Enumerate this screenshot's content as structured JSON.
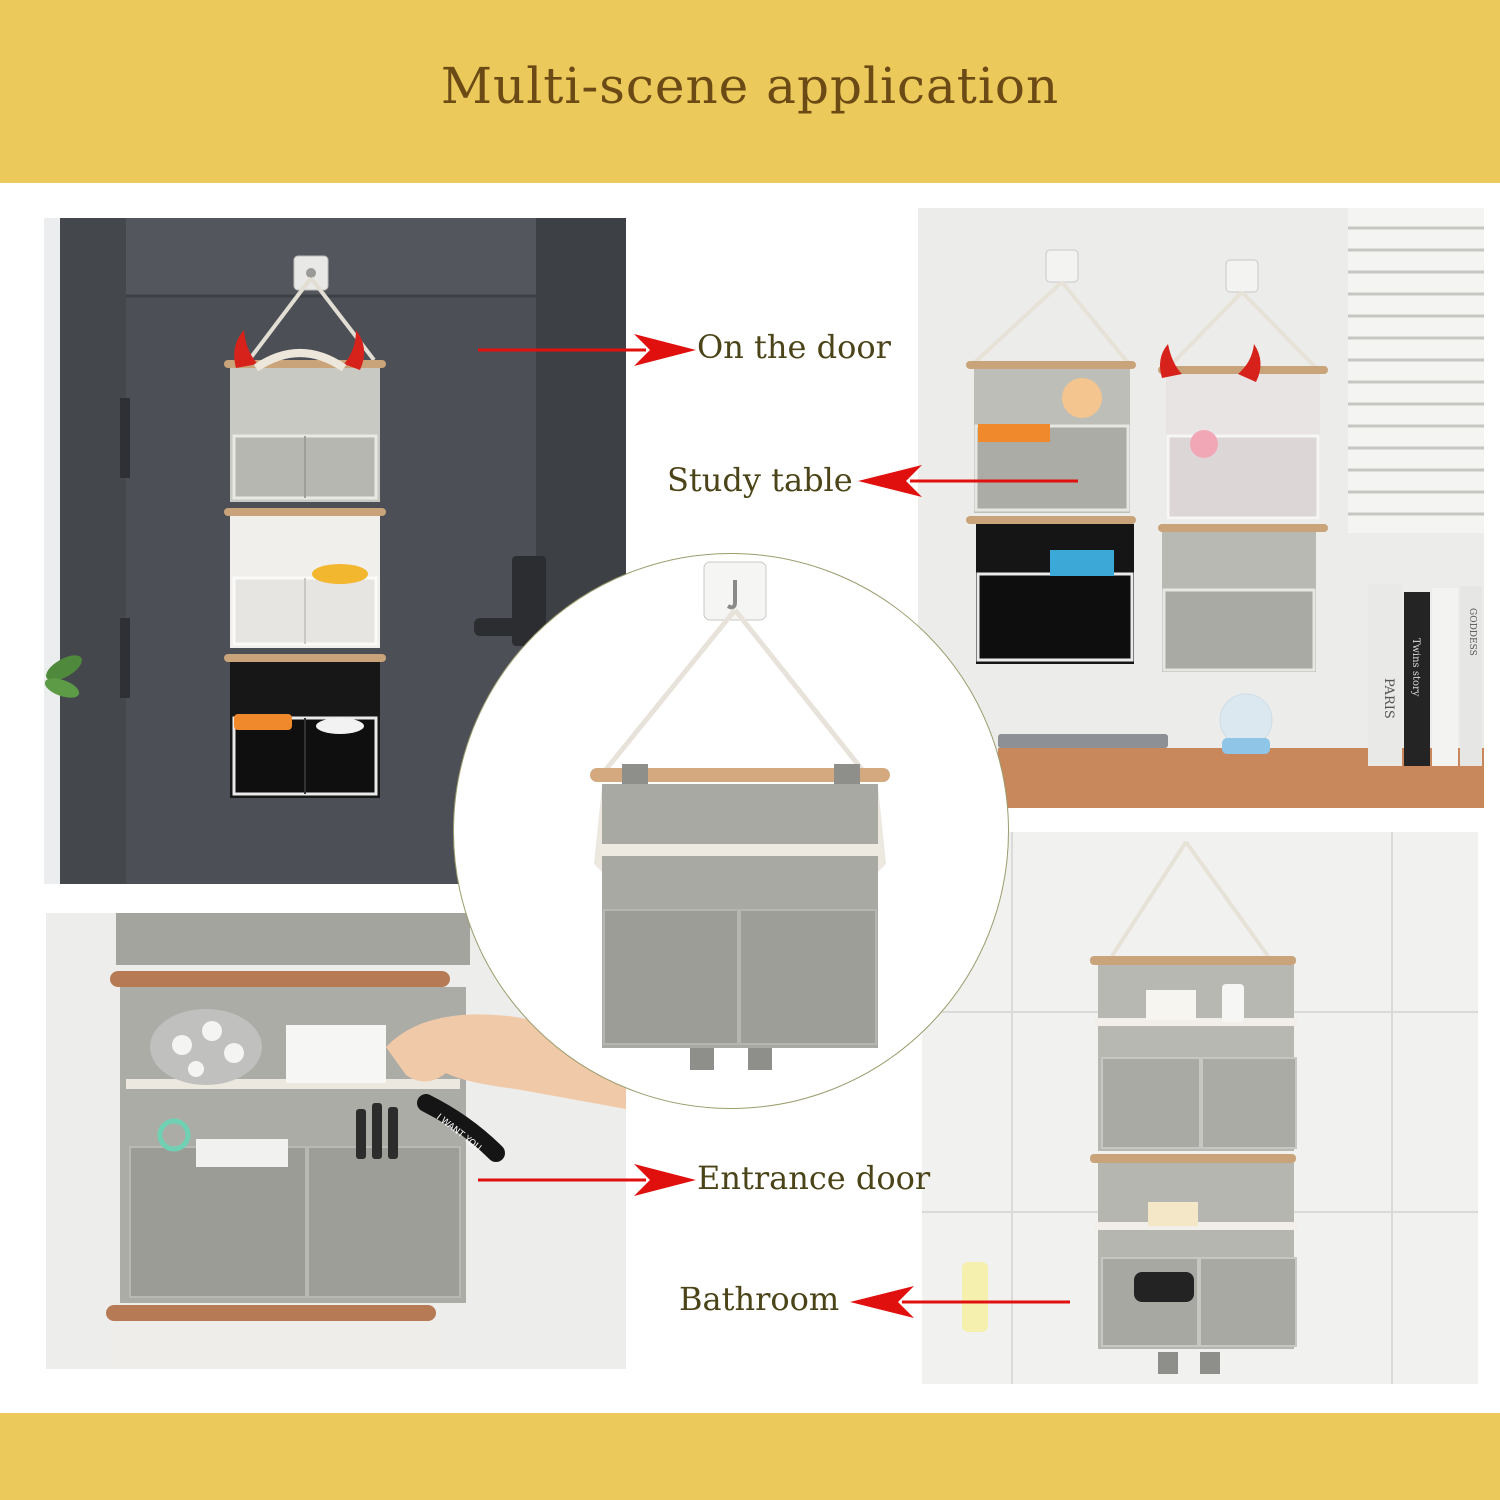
{
  "header": {
    "title": "Multi-scene application"
  },
  "labels": {
    "on_the_door": "On the door",
    "study_table": "Study table",
    "entrance_door": "Entrance door",
    "bathroom": "Bathroom"
  },
  "book_spines": [
    "PARIS",
    "Twins story",
    "GODDESS"
  ],
  "keychain_text": "I WANT YOU",
  "colors": {
    "band": "#EBC95A",
    "title": "#6B4A16",
    "label_text": "#4A4418",
    "arrow": "#E0100F",
    "circle_border": "#9C9C6E",
    "organizer_gray": "#A8A8A4",
    "door_dark": "#4A4D52"
  },
  "icons": [
    "arrow-right-icon",
    "arrow-left-icon",
    "adhesive-hook-icon",
    "devil-horn-headband-icon"
  ]
}
